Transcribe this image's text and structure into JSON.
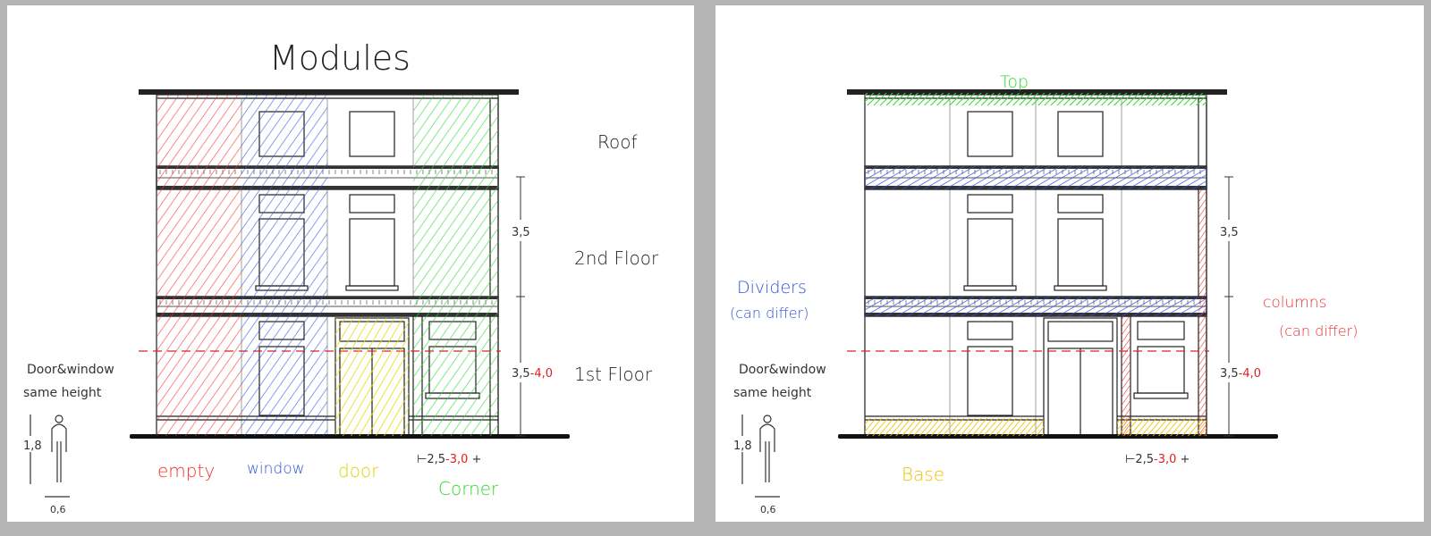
{
  "left_panel": {
    "title": "Modules",
    "floors": {
      "roof": "Roof",
      "second": "2nd Floor",
      "first": "1st Floor"
    },
    "dims": {
      "upper": "3,5",
      "lower_a": "3,5",
      "lower_b": "-4,0",
      "width_a": "2,5",
      "width_b": "-3,0"
    },
    "note": [
      "Door&window",
      "same height"
    ],
    "person": {
      "height": "1,8",
      "width": "0,6"
    },
    "modules": [
      {
        "label": "empty",
        "color": "#f03030"
      },
      {
        "label": "window",
        "color": "#3050e0"
      },
      {
        "label": "door",
        "color": "#e8d800"
      },
      {
        "label": "Corner",
        "color": "#30d830"
      }
    ]
  },
  "right_panel": {
    "dims": {
      "upper": "3,5",
      "lower_a": "3,5",
      "lower_b": "-4,0",
      "width_a": "2,5",
      "width_b": "-3,0"
    },
    "note": [
      "Door&window",
      "same height"
    ],
    "person": {
      "height": "1,8",
      "width": "0,6"
    },
    "parts": {
      "top": {
        "label": "Top",
        "color": "#30d830"
      },
      "dividers": {
        "label": "Dividers",
        "sub": "(can differ)",
        "color": "#3050e0"
      },
      "columns": {
        "label": "columns",
        "sub": "(can differ)",
        "color": "#f03030"
      },
      "base": {
        "label": "Base",
        "color": "#f0c000"
      }
    }
  }
}
